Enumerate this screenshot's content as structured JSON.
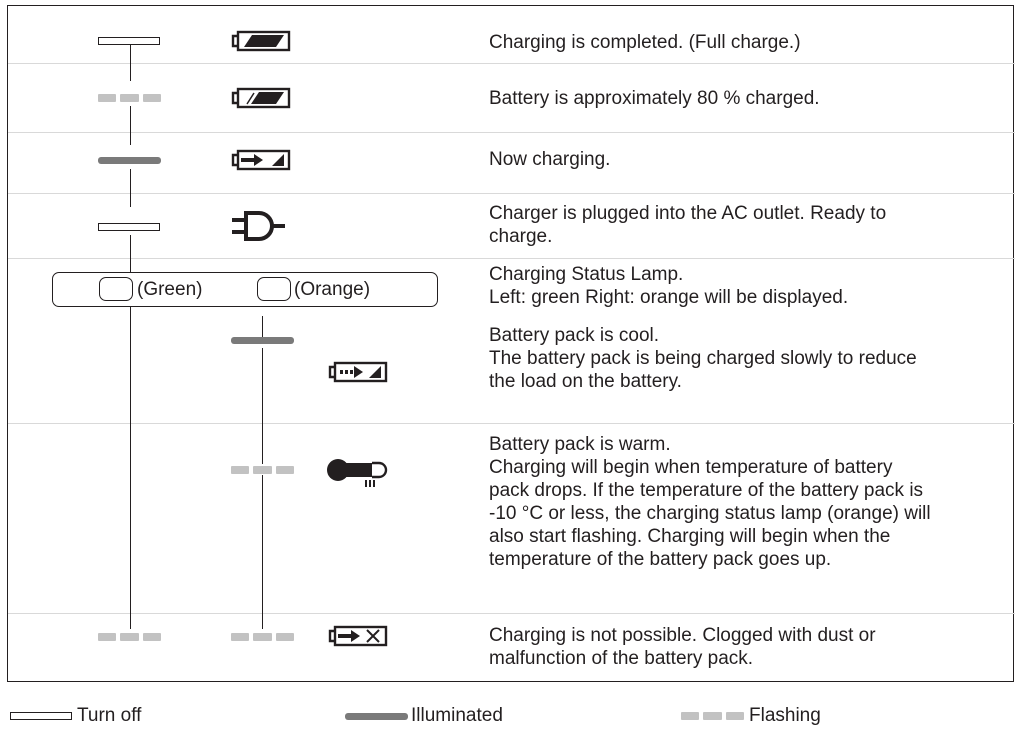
{
  "rows": [
    {
      "text": [
        "Charging is completed. (Full charge.)"
      ]
    },
    {
      "text": [
        "Battery is approximately 80 % charged."
      ]
    },
    {
      "text": [
        "Now charging."
      ]
    },
    {
      "text": [
        "Charger is plugged into the AC outlet. Ready to",
        "charge."
      ]
    },
    {
      "text": [
        "Charging Status Lamp.",
        "Left: green Right: orange will be displayed."
      ]
    },
    {
      "text": [
        "Battery pack is cool.",
        "The battery pack is being charged slowly to reduce",
        "the load on the battery."
      ]
    },
    {
      "text": [
        "Battery pack is warm.",
        "Charging will begin when temperature of battery",
        "pack drops. If the temperature of the battery pack is",
        "-10 °C or less, the charging status lamp (orange) will",
        "also start flashing. Charging will begin when the",
        "temperature of the battery pack goes up."
      ]
    },
    {
      "text": [
        "Charging is not possible. Clogged with dust or",
        "malfunction of the battery pack."
      ]
    }
  ],
  "lamp": {
    "green_label": "(Green)",
    "orange_label": "(Orange)"
  },
  "legend": {
    "off": "Turn off",
    "lit": "Illuminated",
    "flash": "Flashing"
  },
  "icons": {
    "full": "battery-full-icon",
    "eighty": "battery-80-icon",
    "charging": "battery-charging-icon",
    "plug": "plug-icon",
    "slow": "battery-slow-charging-icon",
    "warm": "thermometer-icon",
    "error": "battery-error-icon"
  },
  "colors": {
    "ink": "#231f20",
    "illuminated": "#7a7a7a",
    "flashing": "#c2c2c2"
  }
}
